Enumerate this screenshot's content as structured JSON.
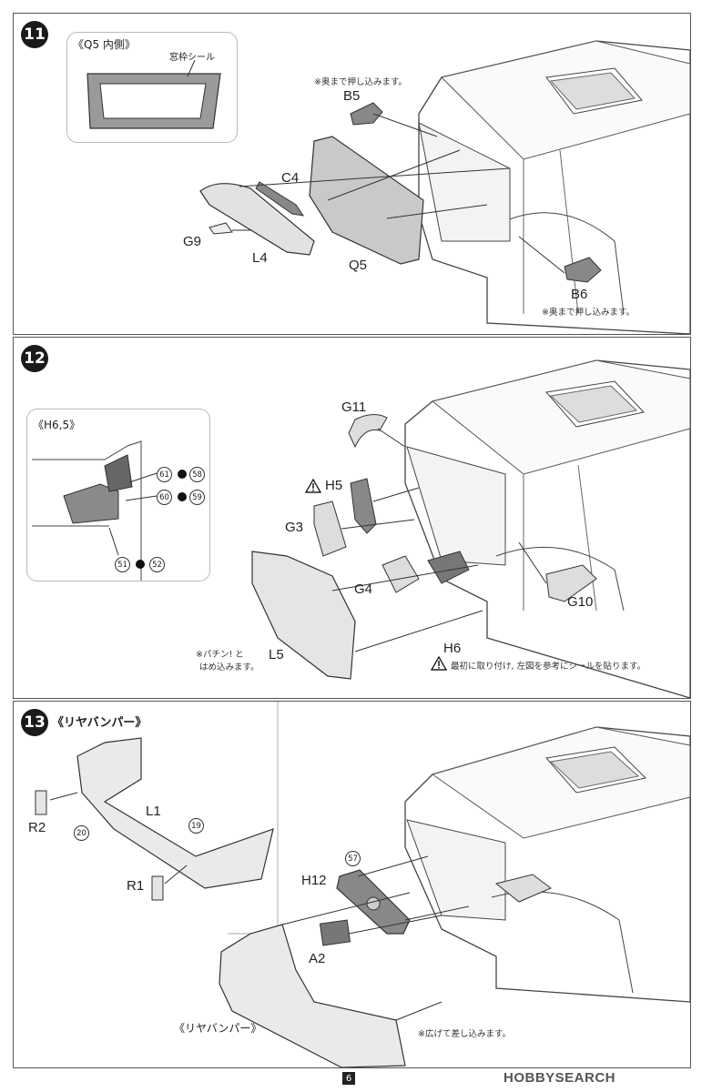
{
  "page_number": "6",
  "watermark": "HOBBYSEARCH",
  "step11": {
    "number": "11",
    "inset_title": "《Q5 内側》",
    "inset_label": "窓枠シール",
    "parts": {
      "b5": "B5",
      "c4": "C4",
      "g9": "G9",
      "l4": "L4",
      "q5": "Q5",
      "b6": "B6"
    },
    "note_top": "※奥まで押し込みます。",
    "note_bottom": "※奥まで押し込みます。"
  },
  "step12": {
    "number": "12",
    "inset_title": "《H6,5》",
    "stickers": {
      "s61": "61",
      "s58": "58",
      "s60": "60",
      "s59": "59",
      "s51": "51",
      "s52": "52"
    },
    "parts": {
      "g11": "G11",
      "h5": "H5",
      "g3": "G3",
      "g4": "G4",
      "g10": "G10",
      "h6": "H6",
      "l5": "L5"
    },
    "note_l5_line1": "※パチン! と",
    "note_l5_line2": "はめ込みます。",
    "note_h6": "最初に取り付け, 左図を参考にシールを貼ります。"
  },
  "step13": {
    "number": "13",
    "title": "《リヤバンパー》",
    "parts": {
      "r2": "R2",
      "l1": "L1",
      "r1": "R1",
      "h12": "H12",
      "a2": "A2"
    },
    "markers": {
      "m20": "20",
      "m19": "19",
      "m57": "57"
    },
    "bottom_label": "《リヤバンパー》",
    "note_bottom": "※広げて差し込みます。"
  }
}
